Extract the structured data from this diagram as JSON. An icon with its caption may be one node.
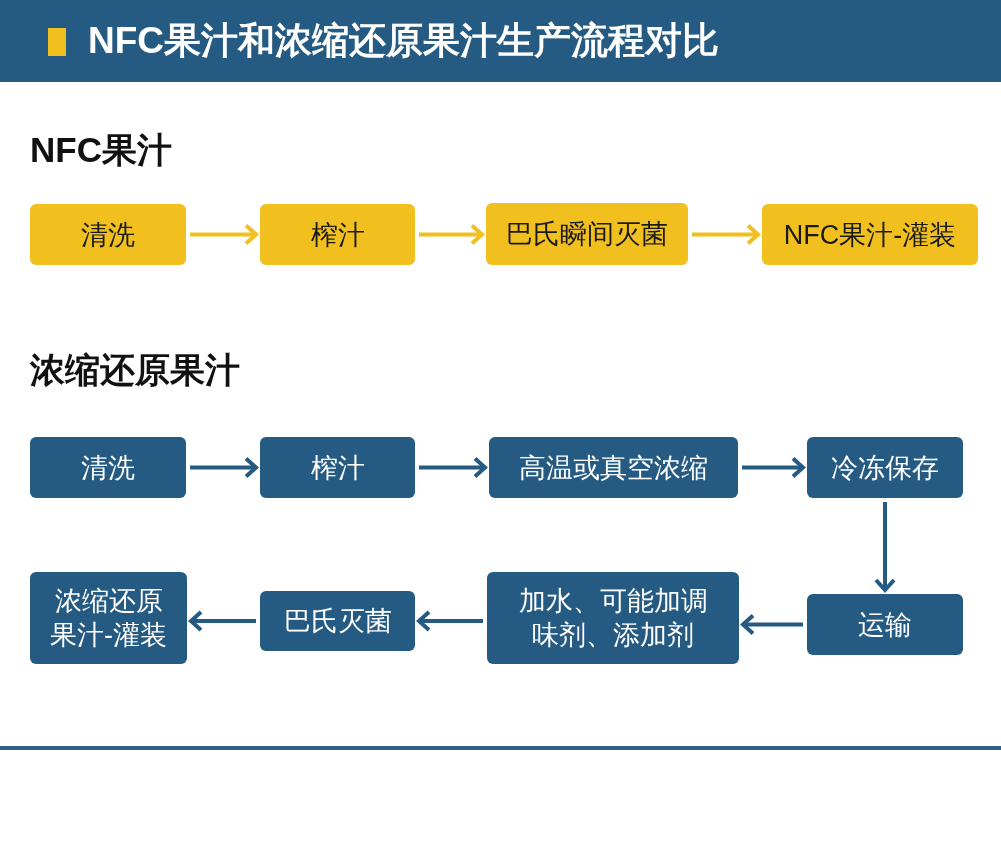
{
  "diagram": {
    "title": "NFC果汁和浓缩还原果汁生产流程对比",
    "nodes": [
      {
        "text": [
          "清洗"
        ]
      },
      {
        "text": [
          "榨汁"
        ]
      },
      {
        "text": [
          "巴氏瞬间灭菌"
        ]
      },
      {
        "text": [
          "NFC果汁-灌装"
        ]
      },
      {
        "text": [
          "清洗"
        ]
      },
      {
        "text": [
          "榨汁"
        ]
      },
      {
        "text": [
          "高温或真空浓缩"
        ]
      },
      {
        "text": [
          "冷冻保存"
        ]
      },
      {
        "text": [
          "浓缩还原果汁-灌装"
        ]
      },
      {
        "text": [
          "巴氏灭菌"
        ]
      },
      {
        "text": [
          "加水、可能加调味剂、添加剂"
        ]
      },
      {
        "text": [
          "运输"
        ]
      }
    ],
    "edges": [
      {
        "from": 0,
        "to": 1,
        "arrow": "to",
        "color": "#f2c01e"
      },
      {
        "from": 1,
        "to": 2,
        "arrow": "to",
        "color": "#f2c01e"
      },
      {
        "from": 2,
        "to": 3,
        "arrow": "to",
        "color": "#f2c01e"
      },
      {
        "from": 4,
        "to": 5,
        "arrow": "to"
      },
      {
        "from": 5,
        "to": 6,
        "arrow": "to"
      },
      {
        "from": 6,
        "to": 7,
        "arrow": "to"
      },
      {
        "from": 7,
        "to": 11,
        "arrow": "to"
      },
      {
        "from": 11,
        "to": 10,
        "arrow": "to"
      },
      {
        "from": 10,
        "to": 9,
        "arrow": "to"
      },
      {
        "from": 9,
        "to": 8,
        "arrow": "to"
      }
    ],
    "labels": [
      "NFC果汁",
      "浓缩还原果汁"
    ]
  }
}
